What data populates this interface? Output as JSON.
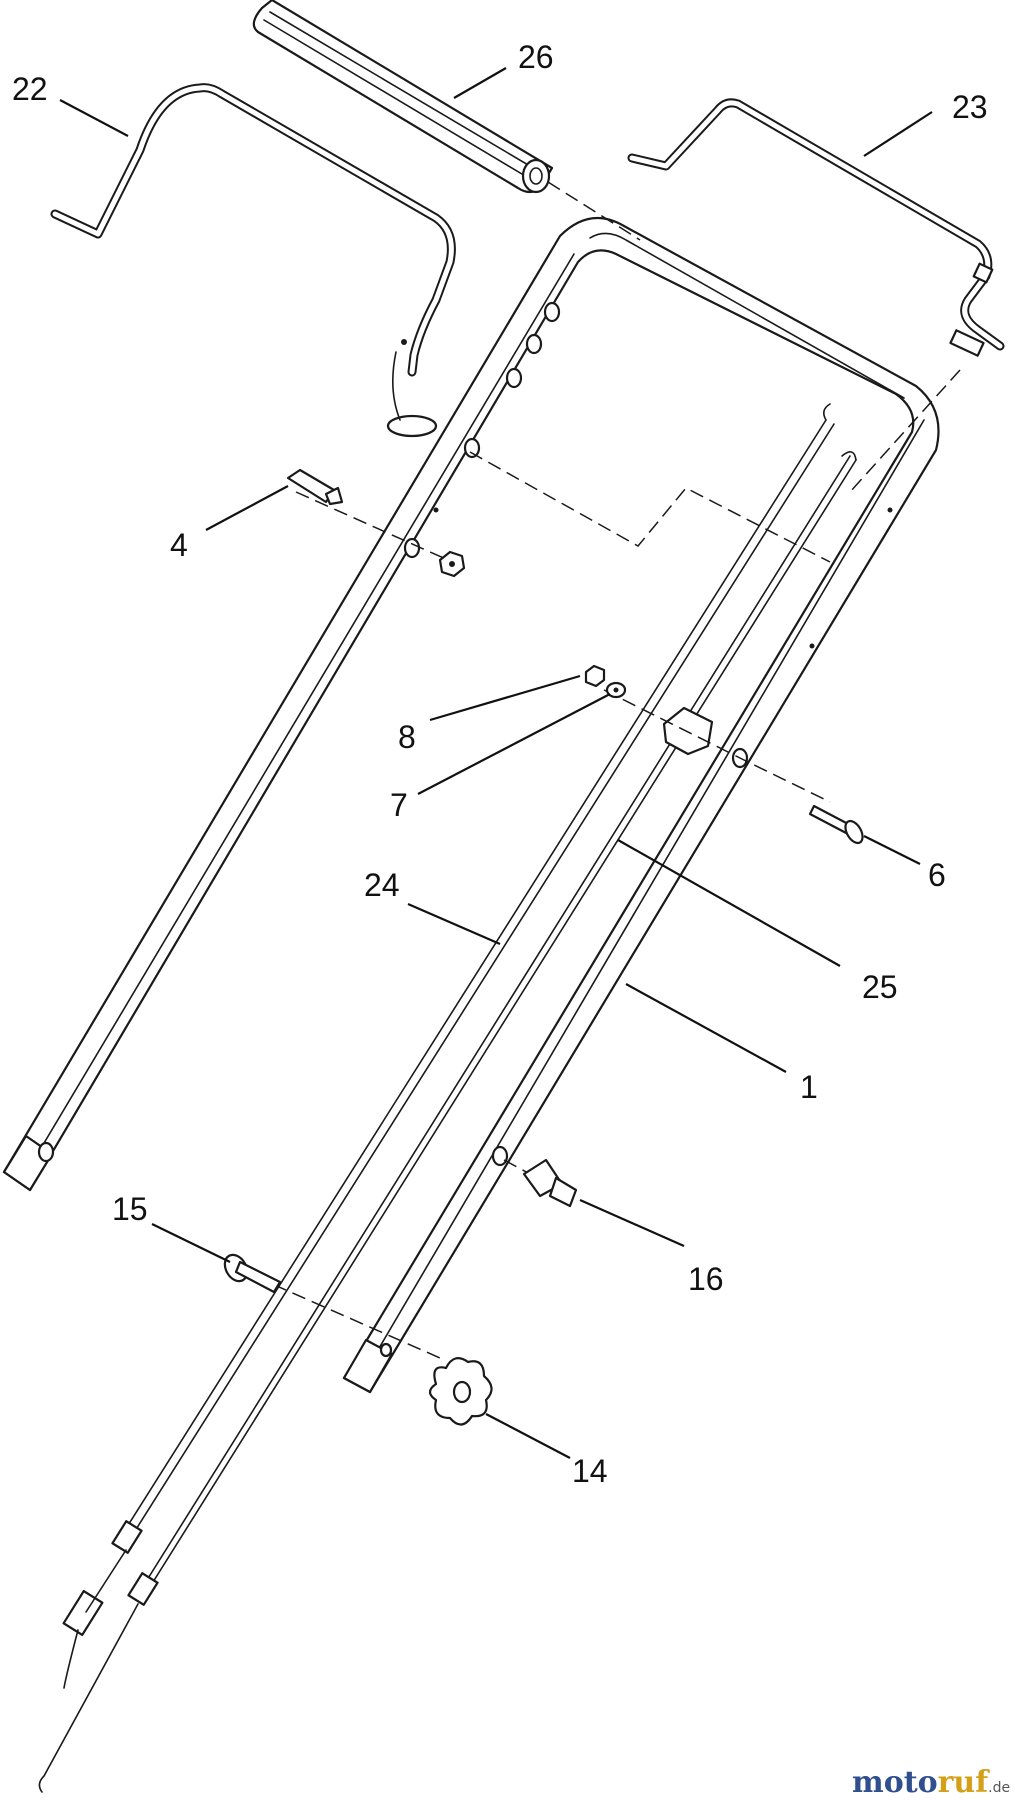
{
  "diagram": {
    "callouts": [
      "22",
      "26",
      "23",
      "4",
      "8",
      "7",
      "6",
      "24",
      "25",
      "1",
      "15",
      "16",
      "14"
    ]
  },
  "watermark": {
    "part_a": "moto",
    "part_b": "ruf",
    "suffix": ".de"
  }
}
